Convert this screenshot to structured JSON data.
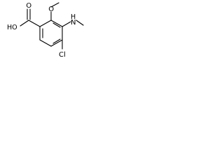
{
  "structure": {
    "labels": {
      "methoxy_oxygen": "O",
      "carboxylic_hydroxyl": "HO",
      "carbonyl_oxygen": "O",
      "amine_nitrogen": "N",
      "amine_hydrogen": "H",
      "chlorine": "Cl"
    },
    "colors": {
      "bond": "#000000",
      "text": "#000000",
      "background": "#ffffff"
    }
  }
}
